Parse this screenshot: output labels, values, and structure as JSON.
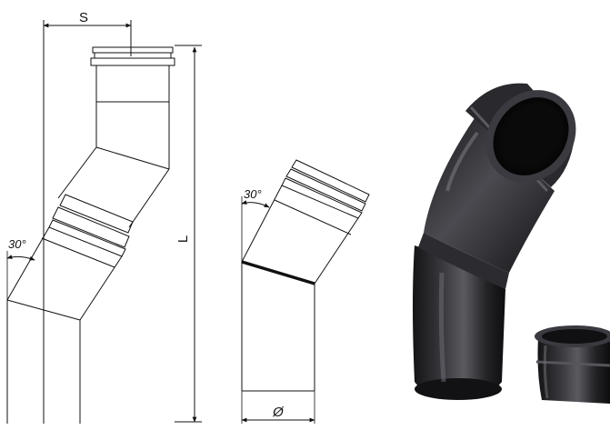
{
  "labels": {
    "s": "S",
    "l": "L",
    "angle_left": "30°",
    "angle_mid": "30°",
    "diameter": "Ø"
  },
  "colors": {
    "line": "#111111",
    "pipe_dark": "#1b1b1d",
    "pipe_mid": "#3a3a3e",
    "pipe_light": "#6a6a70",
    "background": "#ffffff"
  }
}
